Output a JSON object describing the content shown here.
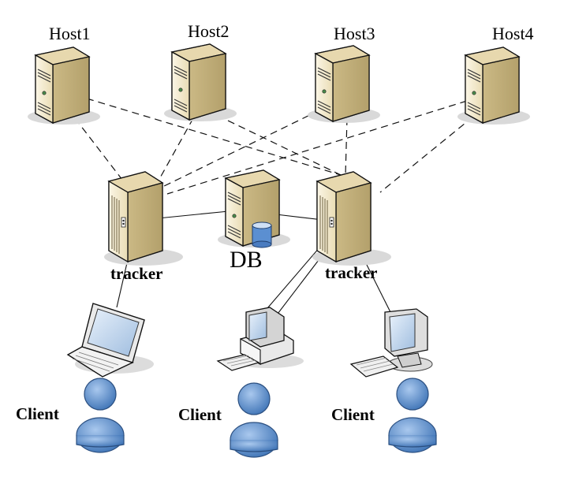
{
  "hosts": [
    {
      "label": "Host1",
      "icon": "server-tower-icon"
    },
    {
      "label": "Host2",
      "icon": "server-tower-icon"
    },
    {
      "label": "Host3",
      "icon": "server-tower-icon"
    },
    {
      "label": "Host4",
      "icon": "server-tower-icon"
    }
  ],
  "trackers": [
    {
      "label": "tracker",
      "icon": "tracker-server-icon"
    },
    {
      "label": "tracker",
      "icon": "tracker-server-icon"
    }
  ],
  "database": {
    "label": "DB",
    "icon": "database-server-icon"
  },
  "clients": [
    {
      "label": "Client",
      "device": "laptop-icon",
      "user": "user-icon"
    },
    {
      "label": "Client",
      "device": "desktop-pc-icon",
      "user": "user-icon"
    },
    {
      "label": "Client",
      "device": "monitor-keyboard-icon",
      "user": "user-icon"
    }
  ],
  "colors": {
    "server_body": "#f4ecd2",
    "server_side": "#d8c79a",
    "server_shadow": "#d9d9d9",
    "user_blue": "#4f84c4",
    "user_blue_light": "#8fb6e3",
    "db_blue": "#5b8fd1"
  }
}
